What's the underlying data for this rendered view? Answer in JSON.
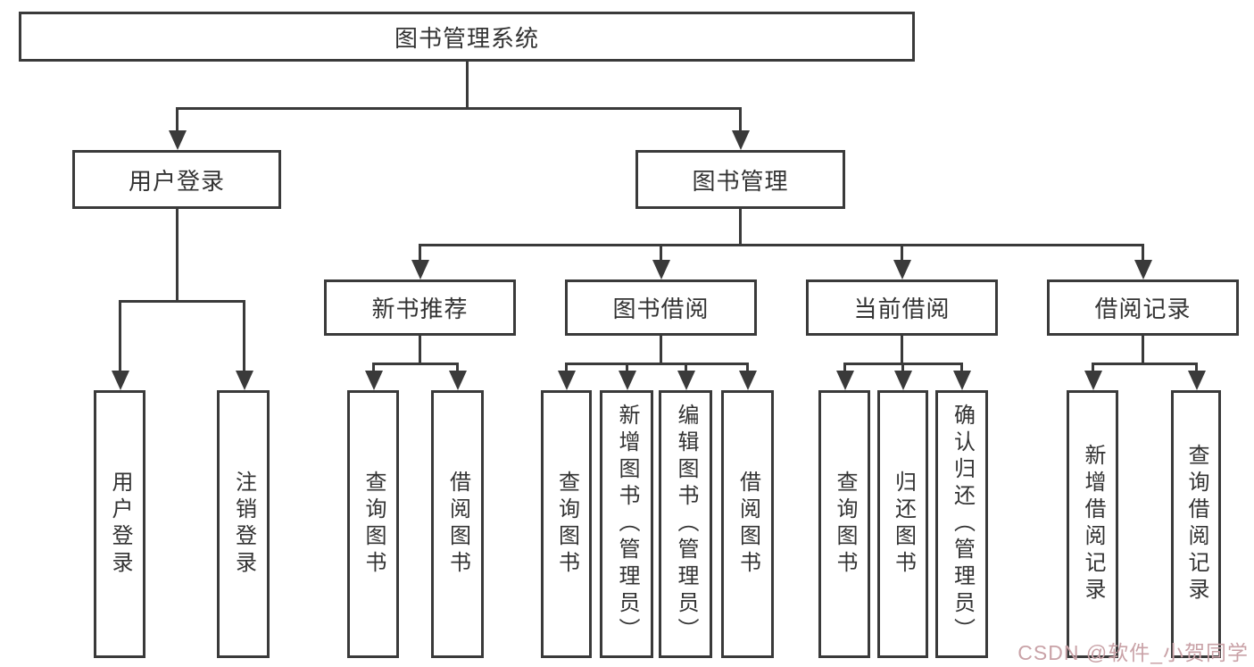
{
  "diagram": {
    "type": "tree",
    "title": "图书管理系统",
    "tree": {
      "root": "图书管理系统",
      "level2": [
        "用户登录",
        "图书管理"
      ],
      "level3": [
        "新书推荐",
        "图书借阅",
        "当前借阅",
        "借阅记录"
      ],
      "leaves_user_login": [
        "用户登录",
        "注销登录"
      ],
      "leaves_new_book": [
        "查询图书",
        "借阅图书"
      ],
      "leaves_book_borrow": [
        "查询图书",
        "新增图书（管理员）",
        "编辑图书（管理员）",
        "借阅图书"
      ],
      "leaves_current_borrow": [
        "查询图书",
        "归还图书",
        "确认归还（管理员）"
      ],
      "leaves_borrow_record": [
        "新增借阅记录",
        "查询借阅记录"
      ]
    },
    "hierarchy": {
      "图书管理系统": {
        "用户登录": [
          "用户登录",
          "注销登录"
        ],
        "图书管理": {
          "新书推荐": [
            "查询图书",
            "借阅图书"
          ],
          "图书借阅": [
            "查询图书",
            "新增图书（管理员）",
            "编辑图书（管理员）",
            "借阅图书"
          ],
          "当前借阅": [
            "查询图书",
            "归还图书",
            "确认归还（管理员）"
          ],
          "借阅记录": [
            "新增借阅记录",
            "查询借阅记录"
          ]
        }
      }
    },
    "colors": {
      "background": "#ffffff",
      "box_border": "#3a3a3a",
      "connector": "#3a3a3a",
      "text": "#333333",
      "watermark": "#c9a2a7"
    }
  },
  "watermark": {
    "text": "CSDN @软件_小贺同学"
  }
}
